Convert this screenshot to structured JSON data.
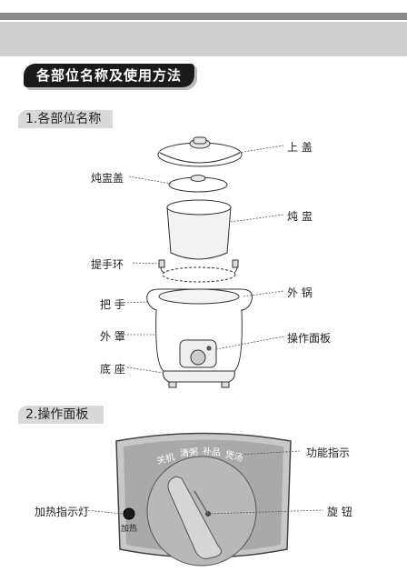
{
  "main_title": "各部位名称及使用方法",
  "section1": {
    "title": "1.各部位名称"
  },
  "section2": {
    "title": "2.操作面板"
  },
  "parts": {
    "upper_lid": "上 盖",
    "inner_lid": "炖盅盖",
    "inner_pot": "炖 盅",
    "lift_ring": "提手环",
    "outer_pot": "外 锅",
    "handle": "把 手",
    "panel": "操作面板",
    "outer_cover": "外 罩",
    "base": "底 座"
  },
  "control_panel": {
    "function_indicator": "功能指示",
    "heating_light": "加热指示灯",
    "knob": "旋 钮",
    "heat_label": "加热",
    "dial_modes": [
      "关机",
      "清粥",
      "补品",
      "煲汤"
    ]
  }
}
